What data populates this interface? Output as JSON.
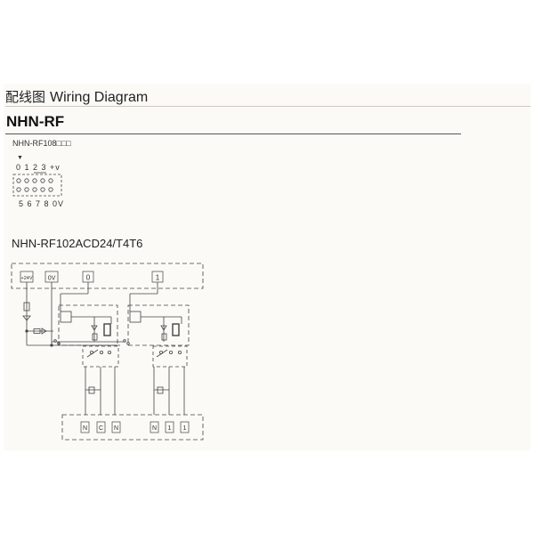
{
  "header": {
    "chinese": "配线图",
    "english": "Wiring Diagram"
  },
  "model": "NHN-RF",
  "socket": {
    "code": "NHN-RF108□□□",
    "arrow": "▼",
    "top_pins": "0 1 2 3 +v",
    "bottom_pins": "5 6 7 8 0V"
  },
  "diagram": {
    "title": "NHN-RF102ACD24/T4T6",
    "inputs": [
      "+24V",
      "0V",
      "0",
      "1"
    ],
    "outputs": [
      "N",
      "C",
      "N",
      "N",
      "1",
      "1"
    ]
  }
}
